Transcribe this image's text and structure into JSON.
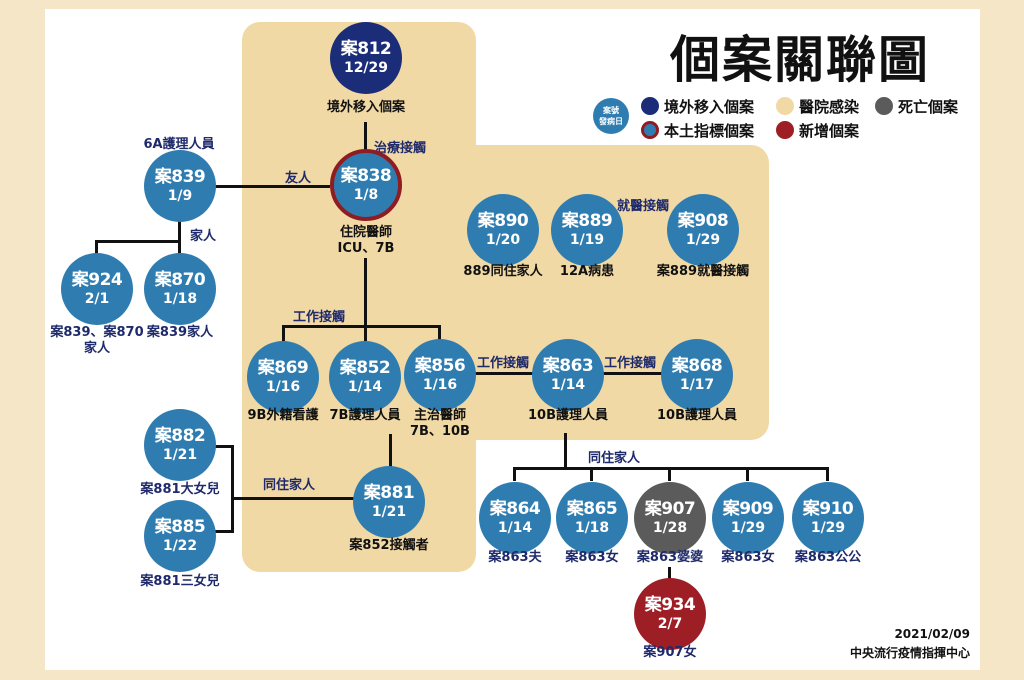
{
  "title": "個案關聯圖",
  "legend": {
    "key_icon": {
      "line1": "案號",
      "line2": "發病日"
    },
    "items": [
      {
        "label": "境外移入個案",
        "color": "#1b2d78"
      },
      {
        "label": "醫院感染",
        "color": "#f1d9a5"
      },
      {
        "label": "死亡個案",
        "color": "#5b5b5b"
      },
      {
        "label": "本土指標個案",
        "color": "#2f7db0",
        "ring": "#8f1c22"
      },
      {
        "label": "新增個案",
        "color": "#9e1e26"
      }
    ]
  },
  "cases": {
    "c812": {
      "id": "案812",
      "onset": "12/29",
      "caption": "境外移入個案"
    },
    "c838": {
      "id": "案838",
      "onset": "1/8",
      "caption1": "住院醫師",
      "caption2": "ICU、7B"
    },
    "c839": {
      "id": "案839",
      "onset": "1/9",
      "caption": "6A護理人員"
    },
    "c924": {
      "id": "案924",
      "onset": "2/1",
      "caption1": "案839、案870",
      "caption2": "家人"
    },
    "c870": {
      "id": "案870",
      "onset": "1/18",
      "caption": "案839家人"
    },
    "c890": {
      "id": "案890",
      "onset": "1/20",
      "caption": "889同住家人"
    },
    "c889": {
      "id": "案889",
      "onset": "1/19",
      "caption": "12A病患"
    },
    "c908": {
      "id": "案908",
      "onset": "1/29",
      "caption": "案889就醫接觸"
    },
    "c869": {
      "id": "案869",
      "onset": "1/16",
      "caption": "9B外籍看護"
    },
    "c852": {
      "id": "案852",
      "onset": "1/14",
      "caption": "7B護理人員"
    },
    "c856": {
      "id": "案856",
      "onset": "1/16",
      "caption1": "主治醫師",
      "caption2": "7B、10B"
    },
    "c863": {
      "id": "案863",
      "onset": "1/14",
      "caption": "10B護理人員"
    },
    "c868": {
      "id": "案868",
      "onset": "1/17",
      "caption": "10B護理人員"
    },
    "c882": {
      "id": "案882",
      "onset": "1/21",
      "caption": "案881大女兒"
    },
    "c885": {
      "id": "案885",
      "onset": "1/22",
      "caption": "案881三女兒"
    },
    "c881": {
      "id": "案881",
      "onset": "1/21",
      "caption": "案852接觸者"
    },
    "c864": {
      "id": "案864",
      "onset": "1/14",
      "caption": "案863夫"
    },
    "c865": {
      "id": "案865",
      "onset": "1/18",
      "caption": "案863女"
    },
    "c907": {
      "id": "案907",
      "onset": "1/28",
      "caption": "案863婆婆"
    },
    "c909": {
      "id": "案909",
      "onset": "1/29",
      "caption": "案863女"
    },
    "c910": {
      "id": "案910",
      "onset": "1/29",
      "caption": "案863公公"
    },
    "c934": {
      "id": "案934",
      "onset": "2/7",
      "caption": "案907女"
    }
  },
  "relations": {
    "treatment": "治療接觸",
    "friend": "友人",
    "family_839": "家人",
    "medical_visit": "就醫接觸",
    "work_838": "工作接觸",
    "work_856_863": "工作接觸",
    "work_863_868": "工作接觸",
    "household_881": "同住家人",
    "household_863": "同住家人"
  },
  "footer": {
    "date": "2021/02/09",
    "org": "中央流行疫情指揮中心"
  }
}
